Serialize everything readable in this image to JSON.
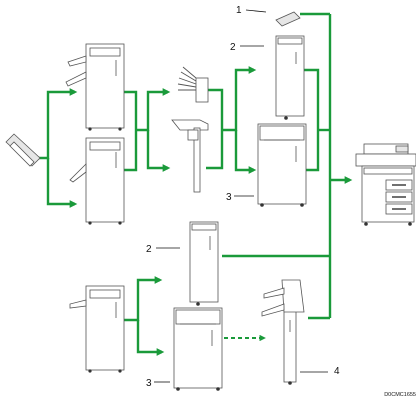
{
  "labels": {
    "item1": "1",
    "item2a": "2",
    "item2b": "2",
    "item3a": "3",
    "item3b": "3",
    "item4": "4"
  },
  "diagram_code": "D0CMC1655",
  "colors": {
    "flow_arrow": "#1a9a3a",
    "outline": "#555555"
  }
}
